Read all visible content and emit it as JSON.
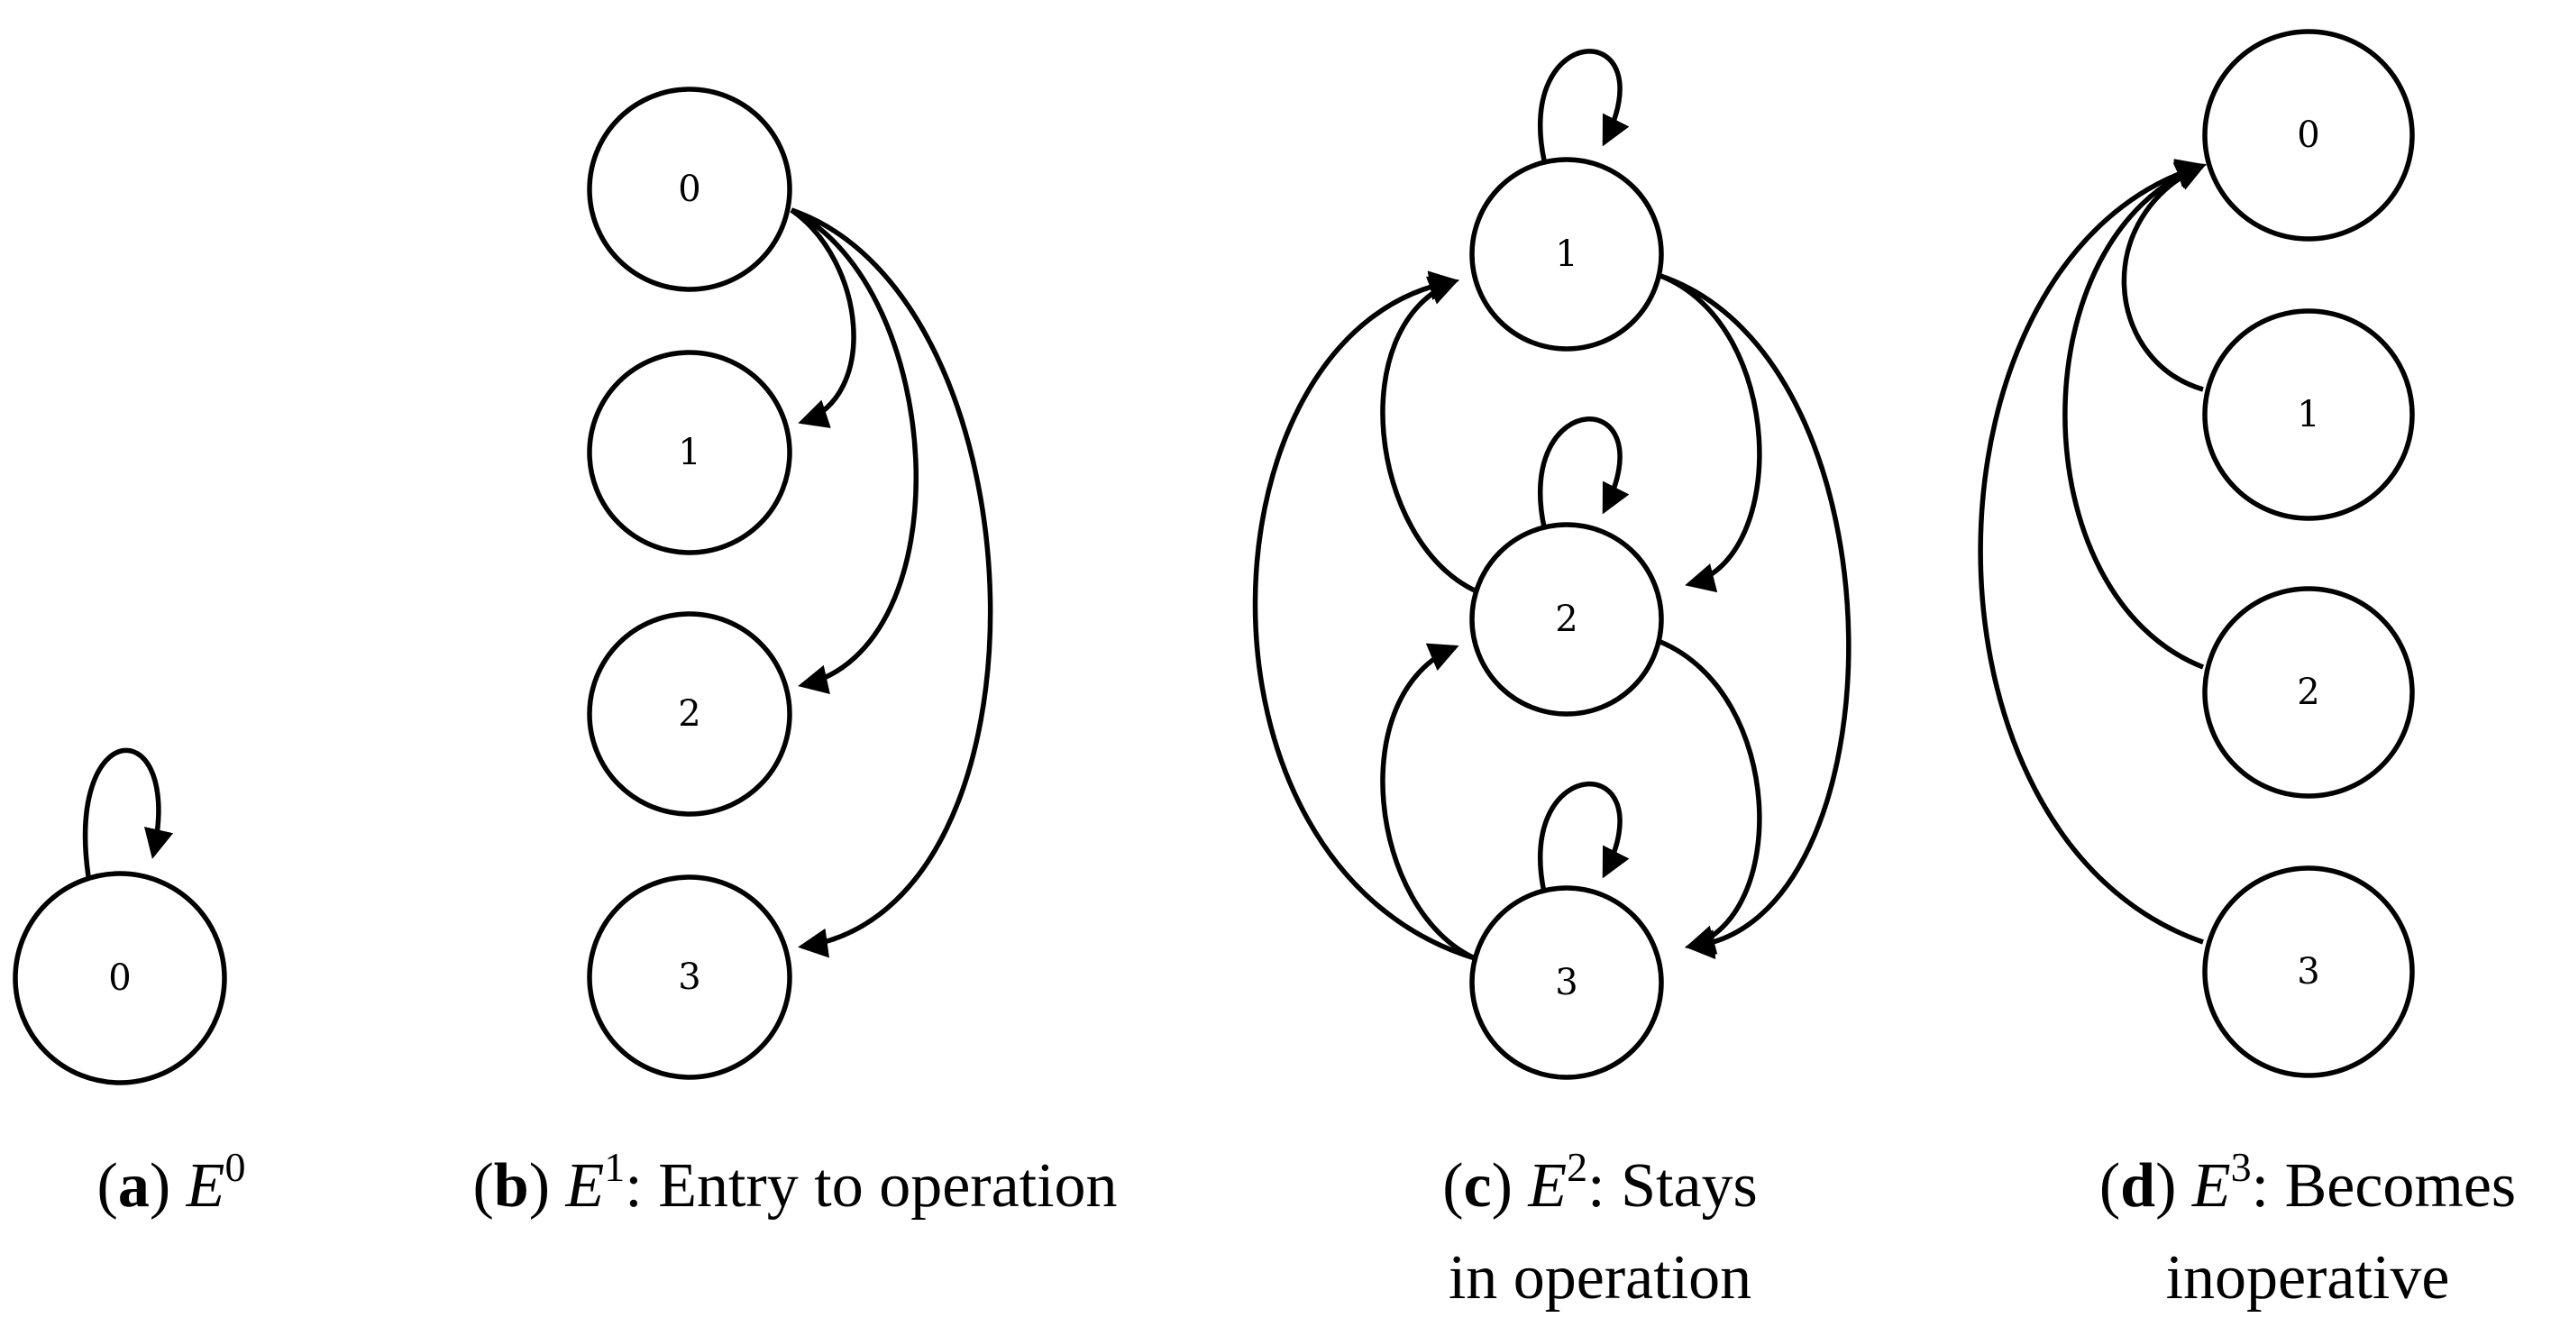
{
  "panels": [
    {
      "id": "a",
      "letter": "a",
      "symbol": "E",
      "superscript": "0",
      "caption_suffix": "",
      "caption_line2": "",
      "nodes": [
        "0"
      ]
    },
    {
      "id": "b",
      "letter": "b",
      "symbol": "E",
      "superscript": "1",
      "caption_suffix": ": Entry to operation",
      "caption_line2": "",
      "nodes": [
        "0",
        "1",
        "2",
        "3"
      ]
    },
    {
      "id": "c",
      "letter": "c",
      "symbol": "E",
      "superscript": "2",
      "caption_suffix": ": Stays",
      "caption_line2": "in operation",
      "nodes": [
        "1",
        "2",
        "3"
      ]
    },
    {
      "id": "d",
      "letter": "d",
      "symbol": "E",
      "superscript": "3",
      "caption_suffix": ": Becomes",
      "caption_line2": "inoperative",
      "nodes": [
        "0",
        "1",
        "2",
        "3"
      ]
    }
  ]
}
